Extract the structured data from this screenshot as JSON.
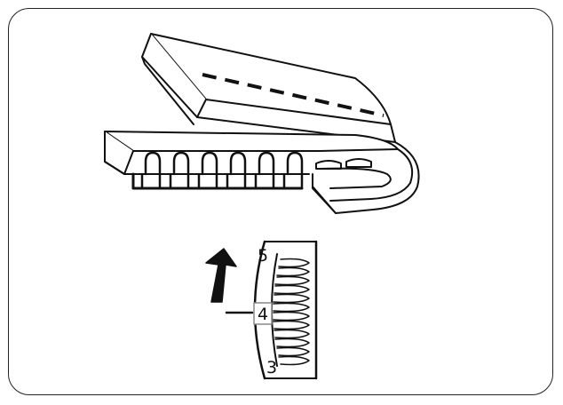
{
  "colors": {
    "stroke": "#111111",
    "background": "#ffffff",
    "panel_border": "#222222",
    "highlight_box": "#888888"
  },
  "illustration": {
    "subject": "fabric-fold-with-overlock-stitch",
    "icons": [
      "arrow-up-icon"
    ]
  },
  "dial": {
    "numbers": {
      "top": "5",
      "middle": "4",
      "bottom": "3"
    },
    "current_setting": "4"
  }
}
